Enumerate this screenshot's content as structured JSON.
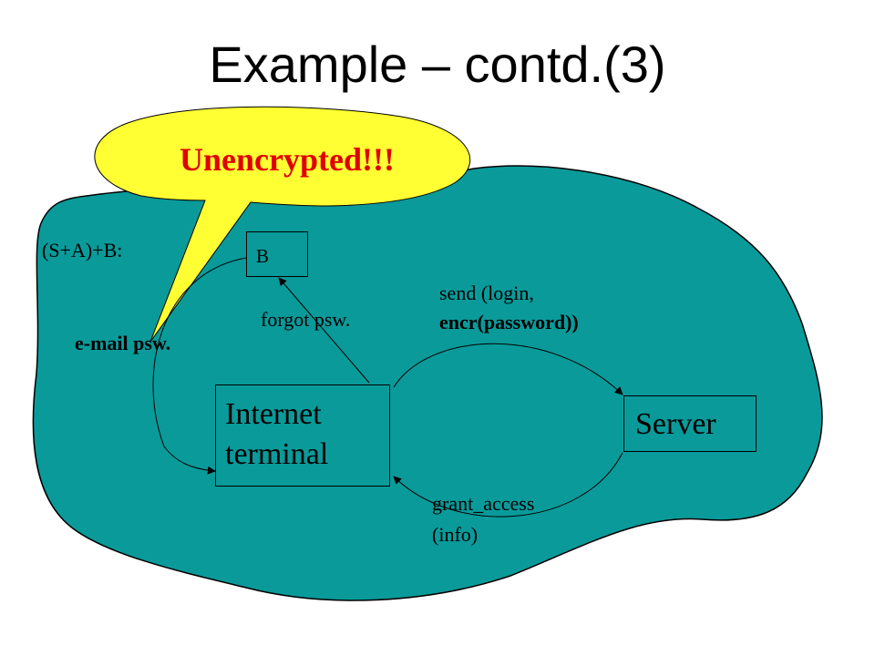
{
  "slide": {
    "title": "Example – contd.(3)"
  },
  "colors": {
    "cloud": "#0a9a9a",
    "callout_fill": "#ffff33",
    "callout_text": "#e00000"
  },
  "callout": {
    "text": "Unencrypted!!!"
  },
  "labels": {
    "protocol": "(S+A)+B:",
    "email_psw": "e-mail psw.",
    "forgot_psw": "forgot psw.",
    "send_line1": "send (login,",
    "send_line2": "encr(password))",
    "grant_line1": "grant_access",
    "grant_line2": "(info)"
  },
  "nodes": {
    "b": "B",
    "terminal_line1": "Internet",
    "terminal_line2": "terminal",
    "server": "Server"
  }
}
